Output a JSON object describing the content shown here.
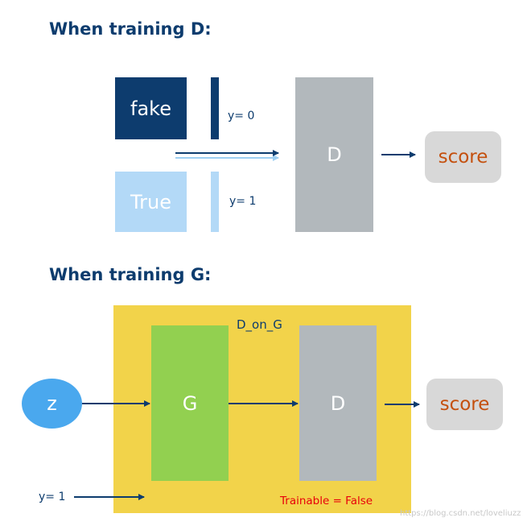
{
  "section_d": {
    "heading": "When training D:",
    "fake_label": "fake",
    "true_label": "True",
    "y_fake": "y= 0",
    "y_true": "y= 1",
    "d_label": "D",
    "score_label": "score"
  },
  "section_g": {
    "heading": "When training G:",
    "container_label": "D_on_G",
    "z_label": "z",
    "g_label": "G",
    "d_label": "D",
    "score_label": "score",
    "y_label": "y= 1",
    "trainable_label": "Trainable = False"
  },
  "watermark": "https://blog.csdn.net/loveliuzz",
  "colors": {
    "heading": "#0d3c6e",
    "fake_box": "#0d3c6e",
    "true_box": "#b3d9f7",
    "d_box": "#b2b8bc",
    "score_box": "#d8d8d8",
    "score_text": "#c4500e",
    "container": "#f2d34a",
    "g_box": "#92d050",
    "z_circle": "#4aa8ee",
    "trainable_text": "#e8000b",
    "arrow": "#0d3c6e"
  }
}
